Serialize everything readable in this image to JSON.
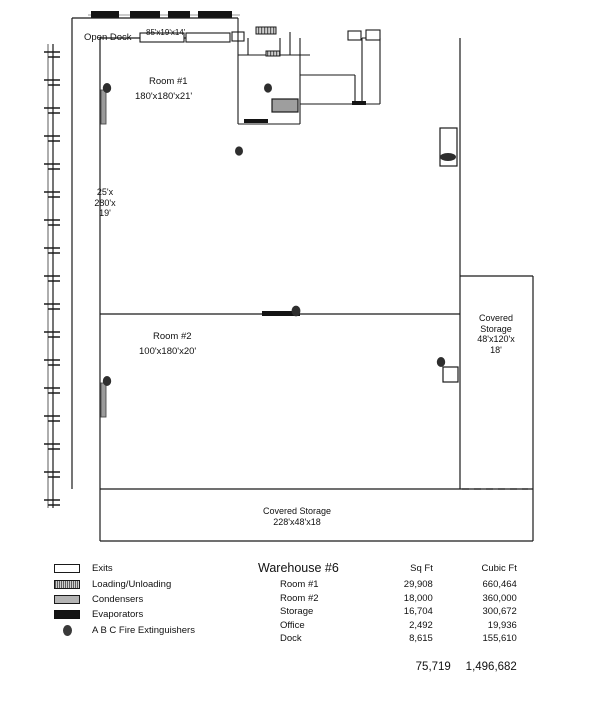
{
  "plan": {
    "open_dock_label": "Open Dock",
    "dock_dims": "85'x19'x14'",
    "room1": {
      "name": "Room #1",
      "dims": "180'x180'x21'"
    },
    "room2": {
      "name": "Room #2",
      "dims": "100'x180'x20'"
    },
    "left_corridor_dims": "25'x\n280'x\n19'",
    "left_corridor_line1": "25'x",
    "left_corridor_line2": "280'x",
    "left_corridor_line3": "19'",
    "covered_storage_right": {
      "line1": "Covered",
      "line2": "Storage",
      "line3": "48'x120'x",
      "line4": "18'"
    },
    "covered_storage_bottom": {
      "line1": "Covered Storage",
      "line2": "228'x48'x18"
    }
  },
  "legend": {
    "items": [
      {
        "label": "Exits",
        "swatch": "exit-swatch-icon",
        "color": "#ffffff"
      },
      {
        "label": "Loading/Unloading",
        "swatch": "loading-swatch-icon",
        "color": "#cfcfcf"
      },
      {
        "label": "Condensers",
        "swatch": "condenser-swatch-icon",
        "color": "#b4b4b4"
      },
      {
        "label": "Evaporators",
        "swatch": "evaporator-swatch-icon",
        "color": "#141414"
      },
      {
        "label": "A B C Fire Extinguishers",
        "swatch": "fire-extinguisher-icon",
        "color": "#3a3a3a"
      }
    ]
  },
  "summary": {
    "title": "Warehouse #6",
    "col_sqft": "Sq Ft",
    "col_cubicft": "Cubic Ft",
    "rows": [
      {
        "name": "Room #1",
        "sqft": "29,908",
        "cubicft": "660,464"
      },
      {
        "name": "Room #2",
        "sqft": "18,000",
        "cubicft": "360,000"
      },
      {
        "name": "Storage",
        "sqft": "16,704",
        "cubicft": "300,672"
      },
      {
        "name": "Office",
        "sqft": "2,492",
        "cubicft": "19,936"
      },
      {
        "name": "Dock",
        "sqft": "8,615",
        "cubicft": "155,610"
      }
    ],
    "total_sqft": "75,719",
    "total_cubicft": "1,496,682"
  }
}
